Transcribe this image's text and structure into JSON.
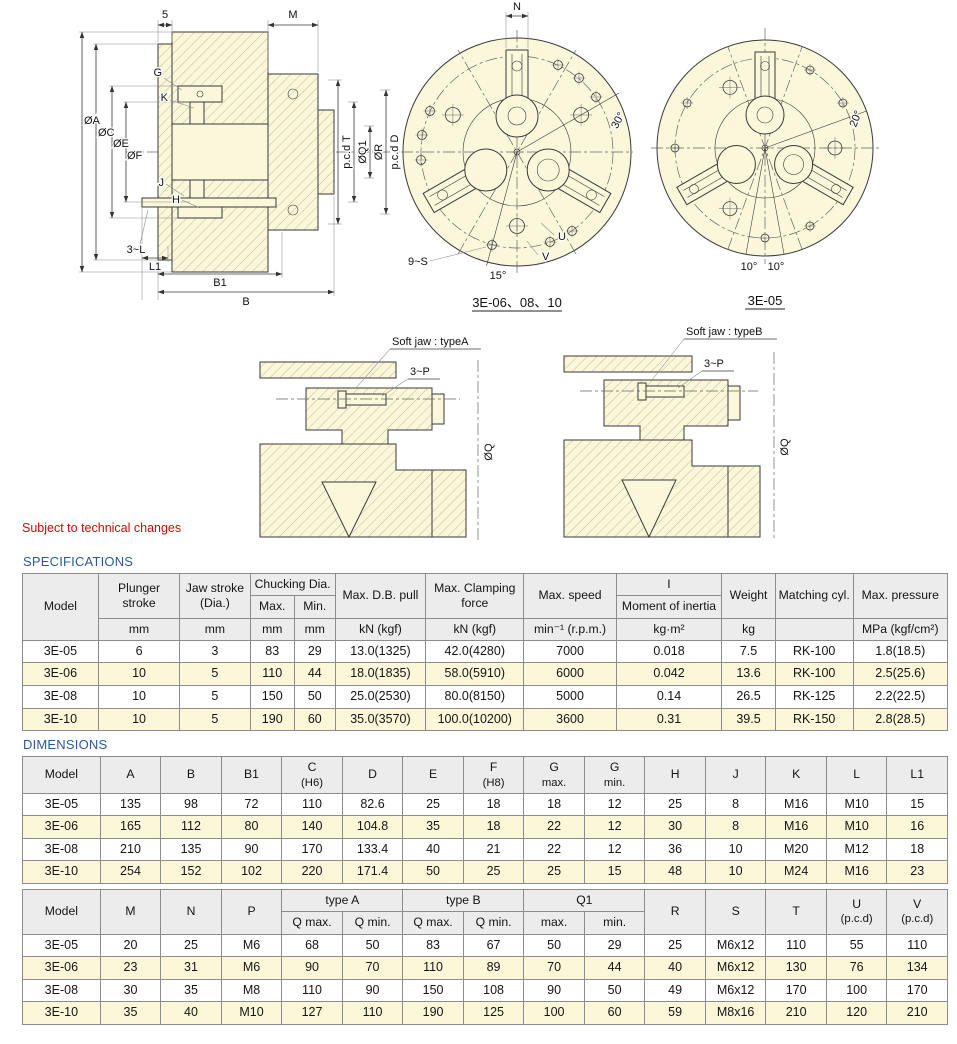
{
  "note": "Subject to technical changes",
  "headings": {
    "specifications": "SPECIFICATIONS",
    "dimensions": "DIMENSIONS"
  },
  "colors": {
    "heading_blue": "#2c58a7",
    "note_red": "#e00000",
    "drawing_fill": "#fbf7da",
    "header_bg": "#ececec",
    "row_alt": "#fcf7d8"
  },
  "drawings": {
    "section_view": {
      "labels": {
        "dim5": "5",
        "m": "M",
        "g": "G",
        "k": "K",
        "dA": "ØA",
        "dC": "ØC",
        "dE": "ØE",
        "dF": "ØF",
        "j": "J",
        "h": "H",
        "l3": "3~L",
        "l1": "L1",
        "b1": "B1",
        "b": "B",
        "pcdT": "p.c.d T",
        "q1": "ØQ1",
        "r": "ØR",
        "pcdD": "p.c.d D"
      }
    },
    "front_view_large": {
      "caption": "3E-06、08、10",
      "labels": {
        "n": "N",
        "a30": "30°",
        "s": "9~S",
        "a15": "15°",
        "u": "U",
        "v": "V"
      }
    },
    "front_view_small": {
      "caption": "3E-05",
      "labels": {
        "a20": "20°",
        "a10a": "10°",
        "a10b": "10°"
      }
    },
    "soft_jaw_a": {
      "caption": "Soft jaw : typeA",
      "labels": {
        "p": "3~P",
        "q": "ØQ"
      }
    },
    "soft_jaw_b": {
      "caption": "Soft jaw : typeB",
      "labels": {
        "p": "3~P",
        "q": "ØQ"
      }
    }
  },
  "spec_table": {
    "header": {
      "model": "Model",
      "plunger_stroke": "Plunger stroke",
      "jaw_stroke": "Jaw stroke (Dia.)",
      "chucking_dia": "Chucking Dia.",
      "max": "Max.",
      "min": "Min.",
      "db_pull": "Max. D.B. pull",
      "clamping_force": "Max. Clamping force",
      "max_speed": "Max. speed",
      "inertia_symbol": "I",
      "inertia": "Moment of inertia",
      "weight": "Weight",
      "matching_cyl": "Matching cyl.",
      "max_pressure": "Max. pressure"
    },
    "units": [
      "mm",
      "mm",
      "mm",
      "mm",
      "kN (kgf)",
      "kN (kgf)",
      "min⁻¹ (r.p.m.)",
      "kg·m²",
      "kg",
      "",
      "MPa (kgf/cm²)"
    ],
    "rows": [
      [
        "3E-05",
        "6",
        "3",
        "83",
        "29",
        "13.0(1325)",
        "42.0(4280)",
        "7000",
        "0.018",
        "7.5",
        "RK-100",
        "1.8(18.5)"
      ],
      [
        "3E-06",
        "10",
        "5",
        "110",
        "44",
        "18.0(1835)",
        "58.0(5910)",
        "6000",
        "0.042",
        "13.6",
        "RK-100",
        "2.5(25.6)"
      ],
      [
        "3E-08",
        "10",
        "5",
        "150",
        "50",
        "25.0(2530)",
        "80.0(8150)",
        "5000",
        "0.14",
        "26.5",
        "RK-125",
        "2.2(22.5)"
      ],
      [
        "3E-10",
        "10",
        "5",
        "190",
        "60",
        "35.0(3570)",
        "100.0(10200)",
        "3600",
        "0.31",
        "39.5",
        "RK-150",
        "2.8(28.5)"
      ]
    ]
  },
  "dim_table1": {
    "header": {
      "model": "Model",
      "a": "A",
      "b": "B",
      "b1": "B1",
      "c": "C",
      "c_sub": "(H6)",
      "d": "D",
      "e": "E",
      "f": "F",
      "f_sub": "(H8)",
      "g1": "G",
      "g1_sub": "max.",
      "g2": "G",
      "g2_sub": "min.",
      "h": "H",
      "j": "J",
      "k": "K",
      "l": "L",
      "l1": "L1"
    },
    "rows": [
      [
        "3E-05",
        "135",
        "98",
        "72",
        "110",
        "82.6",
        "25",
        "18",
        "18",
        "12",
        "25",
        "8",
        "M16",
        "M10",
        "15"
      ],
      [
        "3E-06",
        "165",
        "112",
        "80",
        "140",
        "104.8",
        "35",
        "18",
        "22",
        "12",
        "30",
        "8",
        "M16",
        "M10",
        "16"
      ],
      [
        "3E-08",
        "210",
        "135",
        "90",
        "170",
        "133.4",
        "40",
        "21",
        "22",
        "12",
        "36",
        "10",
        "M20",
        "M12",
        "18"
      ],
      [
        "3E-10",
        "254",
        "152",
        "102",
        "220",
        "171.4",
        "50",
        "25",
        "25",
        "15",
        "48",
        "10",
        "M24",
        "M16",
        "23"
      ]
    ]
  },
  "dim_table2": {
    "header": {
      "model": "Model",
      "m": "M",
      "n": "N",
      "p": "P",
      "type_a": "type A",
      "type_b": "type B",
      "q1": "Q1",
      "qa_max": "Q max.",
      "qa_min": "Q min.",
      "qb_max": "Q max.",
      "qb_min": "Q min.",
      "q1_max": "max.",
      "q1_min": "min.",
      "r": "R",
      "s": "S",
      "t": "T",
      "u": "U",
      "u_sub": "(p.c.d)",
      "v": "V",
      "v_sub": "(p.c.d)"
    },
    "rows": [
      [
        "3E-05",
        "20",
        "25",
        "M6",
        "68",
        "50",
        "83",
        "67",
        "50",
        "29",
        "25",
        "M6x12",
        "110",
        "55",
        "110"
      ],
      [
        "3E-06",
        "23",
        "31",
        "M6",
        "90",
        "70",
        "110",
        "89",
        "70",
        "44",
        "40",
        "M6x12",
        "130",
        "76",
        "134"
      ],
      [
        "3E-08",
        "30",
        "35",
        "M8",
        "110",
        "90",
        "150",
        "108",
        "90",
        "50",
        "49",
        "M6x12",
        "170",
        "100",
        "170"
      ],
      [
        "3E-10",
        "35",
        "40",
        "M10",
        "127",
        "110",
        "190",
        "125",
        "100",
        "60",
        "59",
        "M8x16",
        "210",
        "120",
        "210"
      ]
    ]
  }
}
